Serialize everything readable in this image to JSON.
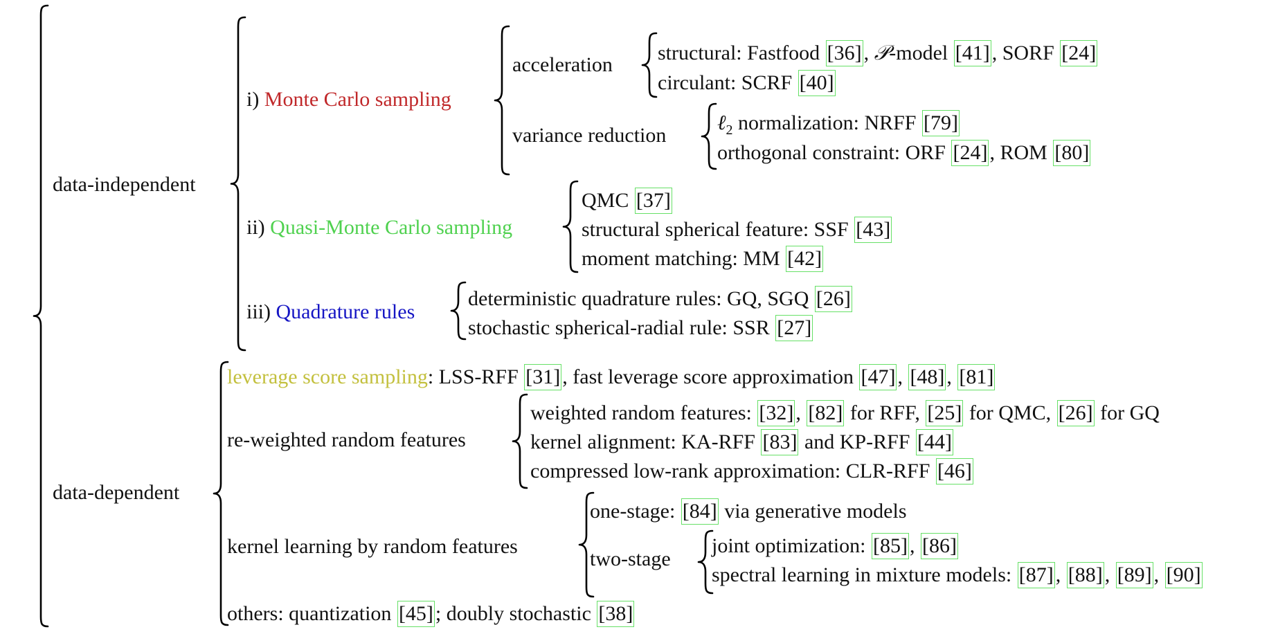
{
  "tree": {
    "data_independent": {
      "label": "data-independent",
      "monte_carlo": {
        "prefix": "i) ",
        "label": "Monte Carlo sampling",
        "acceleration": {
          "label": "acceleration",
          "structural": {
            "text1": "structural: Fastfood ",
            "ref1": "[36]",
            "sep1": ", ",
            "calP": "𝒫",
            "text2": "-model ",
            "ref2": "[41]",
            "sep2": ", SORF ",
            "ref3": "[24]"
          },
          "circulant": {
            "text1": "circulant: SCRF ",
            "ref1": "[40]"
          }
        },
        "variance_reduction": {
          "label": "variance reduction",
          "l2": {
            "math": "ℓ",
            "sub": "2",
            "text1": " normalization: NRFF ",
            "ref1": "[79]"
          },
          "orthogonal": {
            "text1": "orthogonal constraint: ORF ",
            "ref1": "[24]",
            "sep1": ", ROM ",
            "ref2": "[80]"
          }
        }
      },
      "quasi_monte_carlo": {
        "prefix": "ii) ",
        "label": "Quasi-Monte Carlo sampling",
        "qmc": {
          "text1": "QMC ",
          "ref1": "[37]"
        },
        "ssf": {
          "text1": "structural spherical feature: SSF ",
          "ref1": "[43]"
        },
        "mm": {
          "text1": "moment matching: MM ",
          "ref1": "[42]"
        }
      },
      "quadrature": {
        "prefix": "iii) ",
        "label": "Quadrature rules",
        "deterministic": {
          "text1": "deterministic quadrature rules: GQ, SGQ ",
          "ref1": "[26]"
        },
        "stochastic": {
          "text1": "stochastic spherical-radial rule: SSR ",
          "ref1": "[27]"
        }
      }
    },
    "data_dependent": {
      "label": "data-dependent",
      "leverage": {
        "label": "leverage score sampling",
        "text1": ": LSS-RFF ",
        "ref1": "[31]",
        "text2": ", fast leverage score approximation ",
        "ref2": "[47]",
        "sep2": ", ",
        "ref3": "[48]",
        "sep3": ", ",
        "ref4": "[81]"
      },
      "reweighted": {
        "label": "re-weighted random features",
        "weighted": {
          "text1": "weighted random features: ",
          "ref1": "[32]",
          "sep1": ", ",
          "ref2": "[82]",
          "text2": " for RFF, ",
          "ref3": "[25]",
          "text3": " for QMC, ",
          "ref4": "[26]",
          "text4": " for GQ"
        },
        "alignment": {
          "text1": "kernel alignment: KA-RFF ",
          "ref1": "[83]",
          "text2": " and KP-RFF ",
          "ref2": "[44]"
        },
        "compressed": {
          "text1": "compressed low-rank approximation: CLR-RFF ",
          "ref1": "[46]"
        }
      },
      "kernel_learning": {
        "label": "kernel learning by random features",
        "one_stage": {
          "text1": "one-stage: ",
          "ref1": "[84]",
          "text2": " via generative models"
        },
        "two_stage": {
          "label": "two-stage",
          "joint": {
            "text1": "joint optimization: ",
            "ref1": "[85]",
            "sep1": ", ",
            "ref2": "[86]"
          },
          "spectral": {
            "text1": "spectral learning in mixture models: ",
            "ref1": "[87]",
            "sep1": ", ",
            "ref2": "[88]",
            "sep2": ", ",
            "ref3": "[89]",
            "sep3": ", ",
            "ref4": "[90]"
          }
        }
      },
      "others": {
        "text1": "others: quantization ",
        "ref1": "[45]",
        "text2": "; doubly stochastic ",
        "ref2": "[38]"
      }
    }
  },
  "colors": {
    "monte_carlo": "#c0282a",
    "quasi_monte_carlo": "#4fd14f",
    "quadrature": "#1515c4",
    "leverage": "#c3c03e",
    "citation_box": "#66e066"
  }
}
